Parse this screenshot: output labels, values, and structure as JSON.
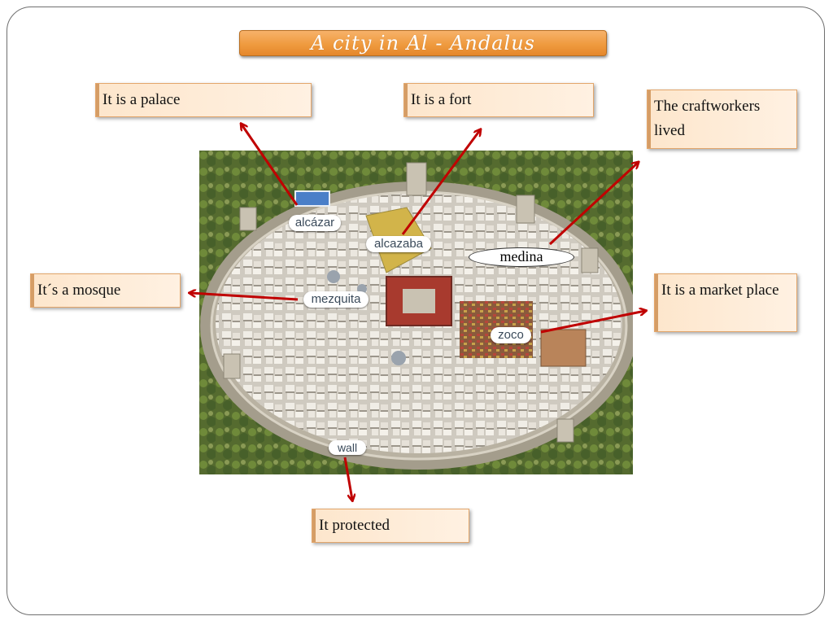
{
  "title": "A city in Al - Andalus",
  "notes": {
    "palace": "It is a palace",
    "fort": "It is a fort",
    "craftworkers": "The craftworkers lived",
    "mosque": "It´s a mosque",
    "market": "It is a market place",
    "wall": "It protected"
  },
  "map_labels": {
    "alcazar": "alcázar",
    "alcazaba": "alcazaba",
    "mezquita": "mezquita",
    "zoco": "zoco",
    "wall": "wall",
    "medina": "medina"
  },
  "colors": {
    "arrow": "#c00000",
    "banner": "#ef9b3f",
    "note_fill": "#fde6cc",
    "note_border": "#e3a66b"
  }
}
